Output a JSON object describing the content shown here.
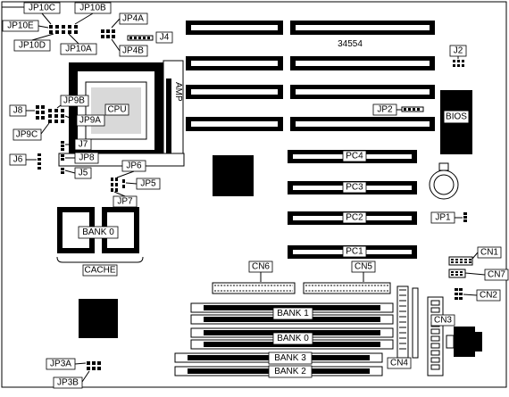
{
  "diagram": {
    "board_number": "34554",
    "labels": {
      "jp10c": "JP10C",
      "jp10b": "JP10B",
      "jp10e": "JP10E",
      "jp10d": "JP10D",
      "jp10a": "JP10A",
      "jp4a": "JP4A",
      "jp4b": "JP4B",
      "j4": "J4",
      "j2": "J2",
      "jp2": "JP2",
      "bios": "BIOS",
      "amp": "AMP",
      "cpu": "CPU",
      "jp9b": "JP9B",
      "jp9a": "JP9A",
      "jp9c": "JP9C",
      "j8": "J8",
      "j7": "J7",
      "jp8": "JP8",
      "j6": "J6",
      "j5": "J5",
      "jp6": "JP6",
      "jp5": "JP5",
      "jp7": "JP7",
      "bank0_cache": "BANK 0",
      "cache": "CACHE",
      "pc4": "PC4",
      "pc3": "PC3",
      "pc2": "PC2",
      "pc1": "PC1",
      "jp1": "JP1",
      "cn1": "CN1",
      "cn7": "CN7",
      "cn2": "CN2",
      "cn6": "CN6",
      "cn5": "CN5",
      "cn3": "CN3",
      "cn4": "CN4",
      "bank1": "BANK 1",
      "bank0": "BANK 0",
      "bank3": "BANK 3",
      "bank2": "BANK 2",
      "jp3a": "JP3A",
      "jp3b": "JP3B"
    }
  }
}
